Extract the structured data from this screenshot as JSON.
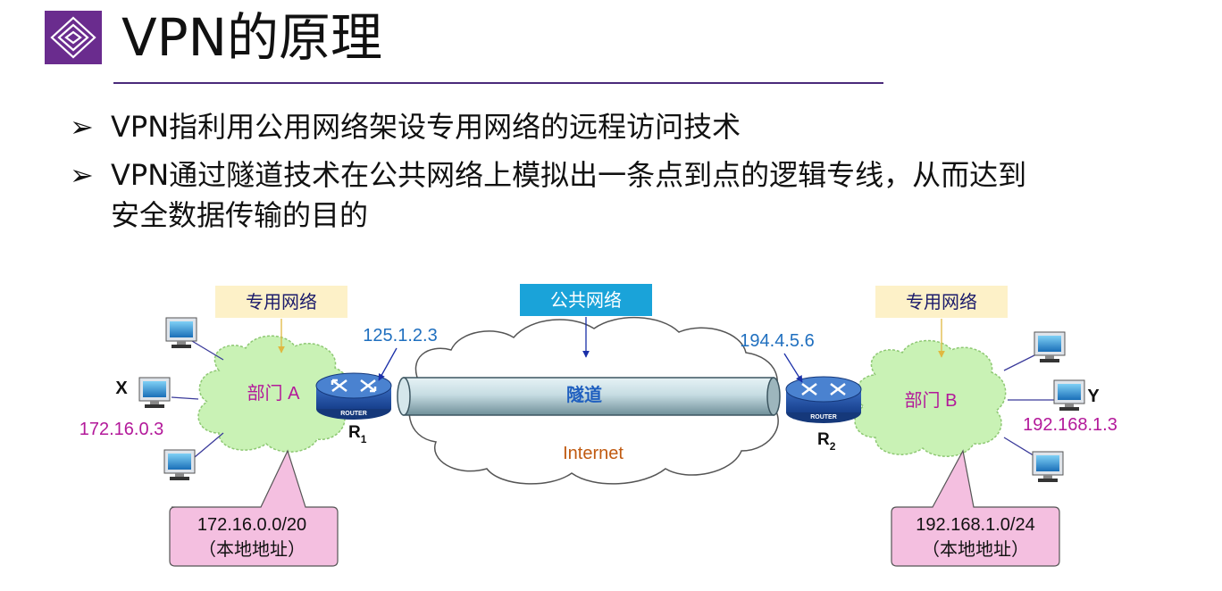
{
  "title": "VPN的原理",
  "bullets": [
    {
      "lines": [
        "VPN指利用公用网络架设专用网络的远程访问技术"
      ]
    },
    {
      "lines": [
        "VPN通过隧道技术在公共网络上模拟出一条点到点的逻辑专线，从而达到",
        "安全数据传输的目的"
      ]
    }
  ],
  "bullet_marker": "➢",
  "diagram": {
    "private_network_label_left": "专用网络",
    "public_network_label": "公共网络",
    "private_network_label_right": "专用网络",
    "ip_r1": "125.1.2.3",
    "ip_r2": "194.4.5.6",
    "dept_a": "部门 A",
    "dept_b": "部门 B",
    "tunnel": "隧道",
    "internet": "Internet",
    "host_x": "X",
    "host_y": "Y",
    "ip_x": "172.16.0.3",
    "ip_y": "192.168.1.3",
    "router_r1_letter": "R",
    "router_r1_sub": "1",
    "router_r2_letter": "R",
    "router_r2_sub": "2",
    "router_badge": "ROUTER",
    "subnet_a": "172.16.0.0/20",
    "subnet_a_note": "（本地地址）",
    "subnet_b": "192.168.1.0/24",
    "subnet_b_note": "（本地地址）"
  },
  "colors": {
    "title_icon": "#6a2c8e",
    "title_rule": "#4a2a7a",
    "blue_text": "#1f6fbf",
    "magenta_text": "#b3199a",
    "tunnel_text": "#1f5fbf",
    "internet_text": "#c05a10",
    "cloud_green_fill": "#c9f2b5",
    "label_yellow": "#fdf1c8",
    "label_cyan": "#1aa3d9",
    "callout_pink": "#f4bfe0"
  }
}
